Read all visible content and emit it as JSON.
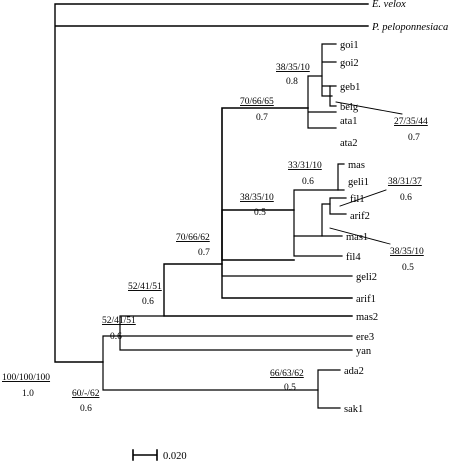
{
  "taxa": {
    "e_velox": "E. velox",
    "p_peloponnesiaca": "P. peloponnesiaca",
    "goi1": "goi1",
    "goi2": "goi2",
    "geb1": "geb1",
    "belg": "belg",
    "ata1": "ata1",
    "ata2": "ata2",
    "mas": "mas",
    "geli1": "geli1",
    "fil1": "fil1",
    "arif2": "arif2",
    "mas1": "mas1",
    "fil4": "fil4",
    "geli2": "geli2",
    "arif1": "arif1",
    "mas2": "mas2",
    "ere3": "ere3",
    "yan": "yan",
    "ada2": "ada2",
    "sak1": "sak1"
  },
  "support": {
    "root": {
      "top": "100/100/100",
      "bottom": "1.0"
    },
    "n_60": {
      "top": "60/-/62",
      "bottom": "0.6"
    },
    "n_52a": {
      "top": "52/41/51",
      "bottom": "0.6"
    },
    "n_52b": {
      "top": "52/41/51",
      "bottom": "0.6"
    },
    "n_70a": {
      "top": "70/66/62",
      "bottom": "0.7"
    },
    "n_70b": {
      "top": "70/66/65",
      "bottom": "0.7"
    },
    "n_38a": {
      "top": "38/35/10",
      "bottom": "0.8"
    },
    "n_27": {
      "top": "27/35/44",
      "bottom": "0.7"
    },
    "n_38b": {
      "top": "38/35/10",
      "bottom": "0.5"
    },
    "n_33": {
      "top": "33/31/10",
      "bottom": "0.6"
    },
    "n_38c": {
      "top": "38/31/37",
      "bottom": "0.6"
    },
    "n_38d": {
      "top": "38/35/10",
      "bottom": "0.5"
    },
    "n_66": {
      "top": "66/63/62",
      "bottom": "0.5"
    }
  },
  "scale_bar": {
    "label": "0.020"
  }
}
